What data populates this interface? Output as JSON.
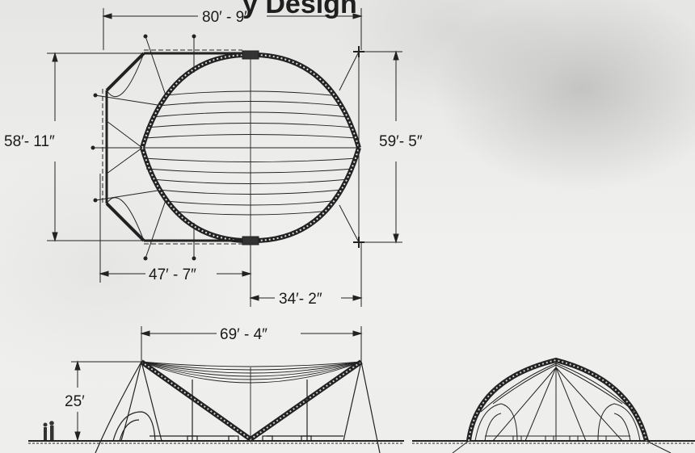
{
  "title": "y Design",
  "plan": {
    "overall_length": "80′ - 9″",
    "left_width": "58′- 11″",
    "right_width": "59′- 5″",
    "bottom_left": "47′ - 7″",
    "bottom_right": "34′- 2″"
  },
  "elevation": {
    "span": "69′ - 4″",
    "height": "25′"
  }
}
